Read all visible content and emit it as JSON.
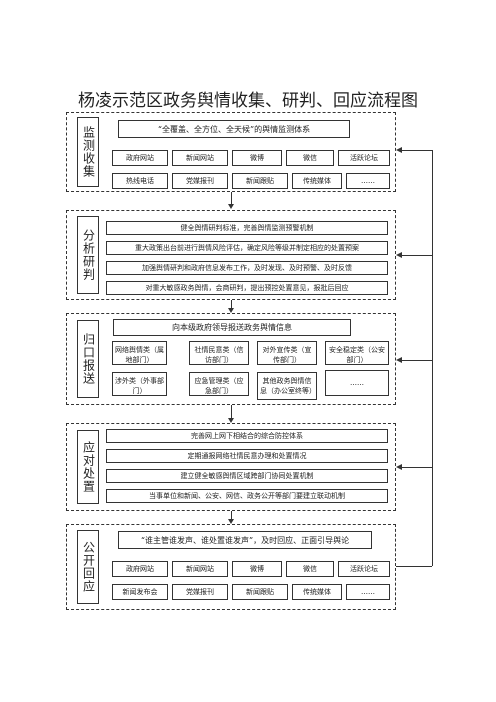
{
  "title": "杨凌示范区政务舆情收集、研判、回应流程图",
  "sections": {
    "monitor": {
      "label": "监测收集",
      "header": "“全覆盖、全方位、全天候”的舆情监测体系",
      "row1": [
        "政府网站",
        "新闻网站",
        "微博",
        "微信",
        "活跃论坛"
      ],
      "row2": [
        "热线电话",
        "党媒报刊",
        "新闻跟贴",
        "传统媒体",
        "……"
      ]
    },
    "analysis": {
      "label": "分析研判",
      "items": [
        "健全舆情研判标准，完善舆情监测预警机制",
        "重大政策出台前进行舆情风险评估，确定风险等级并制定相应的处置预案",
        "加强舆情研判和政府信息发布工作，及时发现、及时预警、及时反馈",
        "对重大敏感政务舆情，会商研判，提出预控处置意见，报批后回应"
      ]
    },
    "report": {
      "label": "归口报送",
      "header": "向本级政府领导报送政务舆情信息",
      "row1": [
        "网络舆情类（属地部门）",
        "社情民意类（信访部门）",
        "对外宣传类（宣传部门）",
        "安全稳定类（公安部门）"
      ],
      "row2": [
        "涉外类（外事部门）",
        "应急管理类（应急部门）",
        "其他政务舆情信息（办公室终等）",
        "……"
      ]
    },
    "respond": {
      "label": "应对处置",
      "items": [
        "完善网上网下相结合的综合防控体系",
        "定期通报网络社情民意办理和处置情况",
        "建立健全敏感舆情区域跨部门协同处置机制",
        "当事单位和新闻、公安、网信、政务公开等部门要建立联动机制"
      ]
    },
    "public": {
      "label": "公开回应",
      "header": "“谁主管谁发声、谁处置谁发声”，及时回应、正面引导舆论",
      "row1": [
        "政府网站",
        "新闻网站",
        "微博",
        "微信",
        "活跃论坛"
      ],
      "row2": [
        "新闻发布会",
        "党媒报刊",
        "新闻跟贴",
        "传统媒体",
        "……"
      ]
    }
  }
}
